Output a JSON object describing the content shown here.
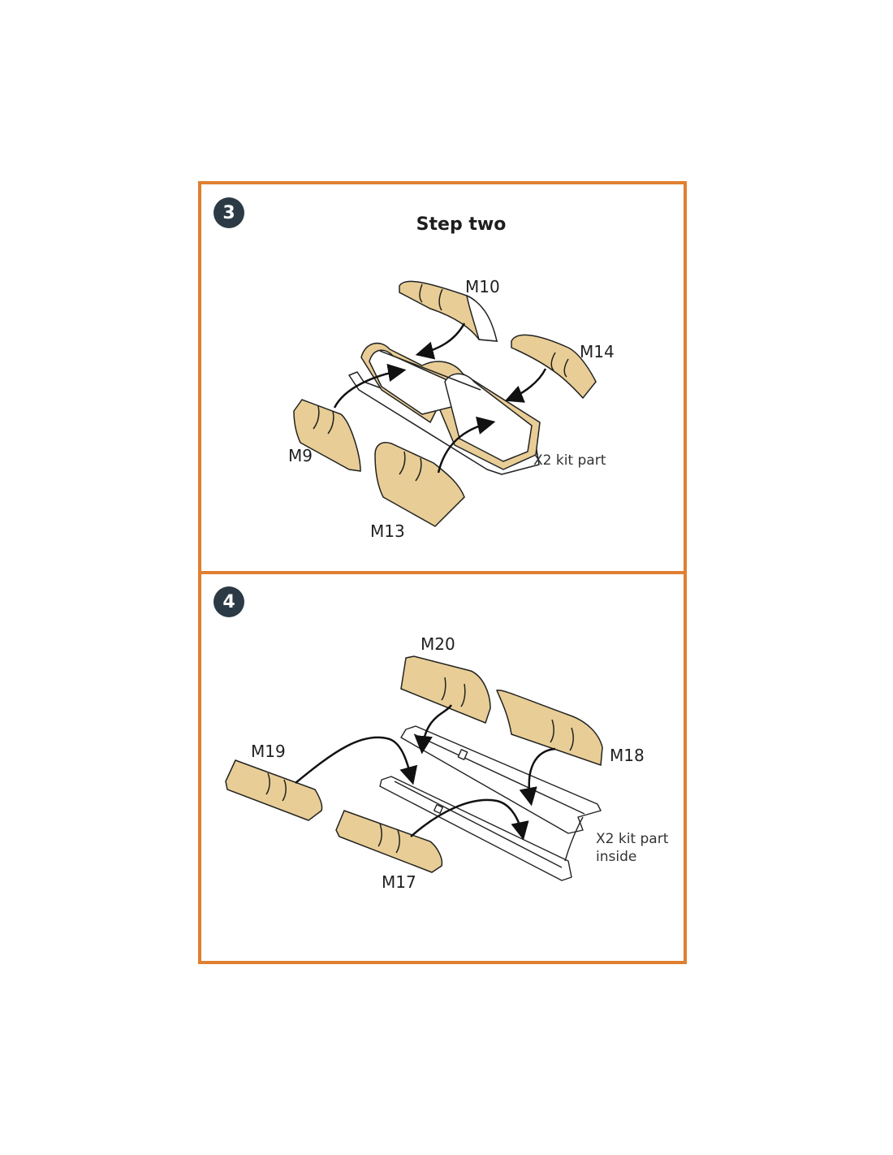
{
  "colors": {
    "frame": "#E07F30",
    "badge_bg": "#2B3A44",
    "part_fill": "#E8CE96"
  },
  "step3": {
    "badge": "3",
    "title": "Step two",
    "labels": {
      "m10": "M10",
      "m14": "M14",
      "m9": "M9",
      "m13": "M13"
    },
    "kit_note": "X2 kit part"
  },
  "step4": {
    "badge": "4",
    "labels": {
      "m20": "M20",
      "m19": "M19",
      "m18": "M18",
      "m17": "M17"
    },
    "kit_note_line1": "X2 kit part",
    "kit_note_line2": "inside"
  }
}
